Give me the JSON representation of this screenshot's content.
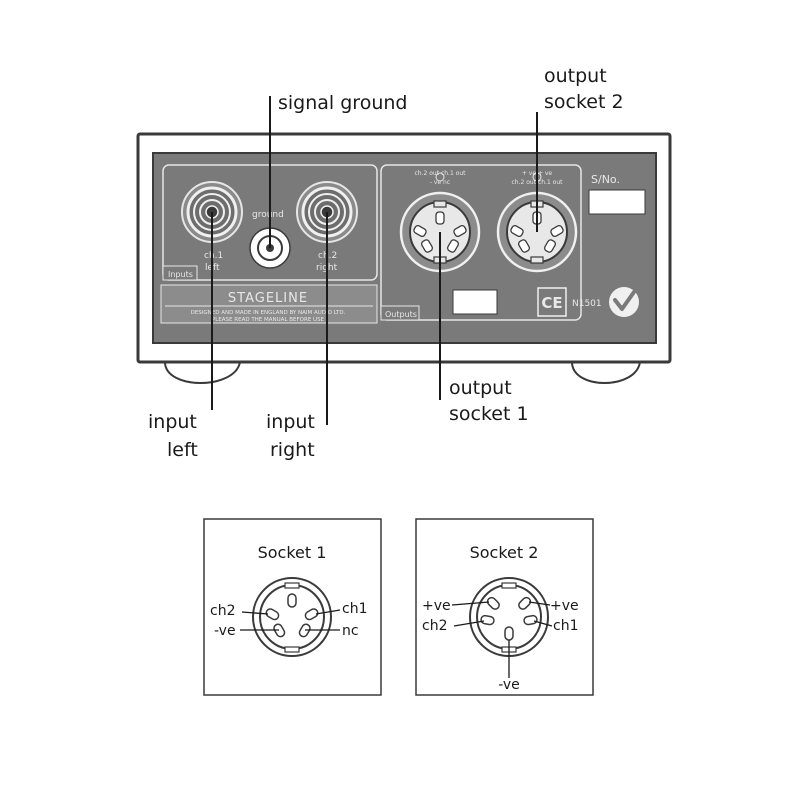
{
  "callouts": {
    "signal_ground": "signal ground",
    "output_socket_2_line1": "output",
    "output_socket_2_line2": "socket 2",
    "output_socket_1_line1": "output",
    "output_socket_1_line2": "socket 1",
    "input_left_line1": "input",
    "input_left_line2": "left",
    "input_right_line1": "input",
    "input_right_line2": "right"
  },
  "panel": {
    "brand": "STAGELINE",
    "tagline_1": "DESIGNED AND MADE IN ENGLAND BY NAIM AUDIO LTD.",
    "tagline_2": "PLEASE READ THE MANUAL BEFORE USE",
    "inputs_tab": "Inputs",
    "outputs_tab": "Outputs",
    "ground_label": "ground",
    "ch1_label_1": "ch.1",
    "ch1_label_2": "left",
    "ch2_label_1": "ch.2",
    "ch2_label_2": "right",
    "out1_pin_text_1": "ch.2 out    ch.1 out",
    "out1_pin_text_2": "- ve        nc",
    "out2_pin_text_1": "+ ve        + ve",
    "out2_pin_text_2": "ch.2 out   ch.1 out",
    "serial_label": "S/No.",
    "ce_mark": "CE",
    "cert_code": "N1501"
  },
  "socket1": {
    "title": "Socket 1",
    "ch2": "ch2",
    "ch1": "ch1",
    "neg": "-ve",
    "nc": "nc"
  },
  "socket2": {
    "title": "Socket 2",
    "pos_left": "+ve",
    "pos_right": "+ve",
    "ch2": "ch2",
    "ch1": "ch1",
    "neg": "-ve"
  }
}
